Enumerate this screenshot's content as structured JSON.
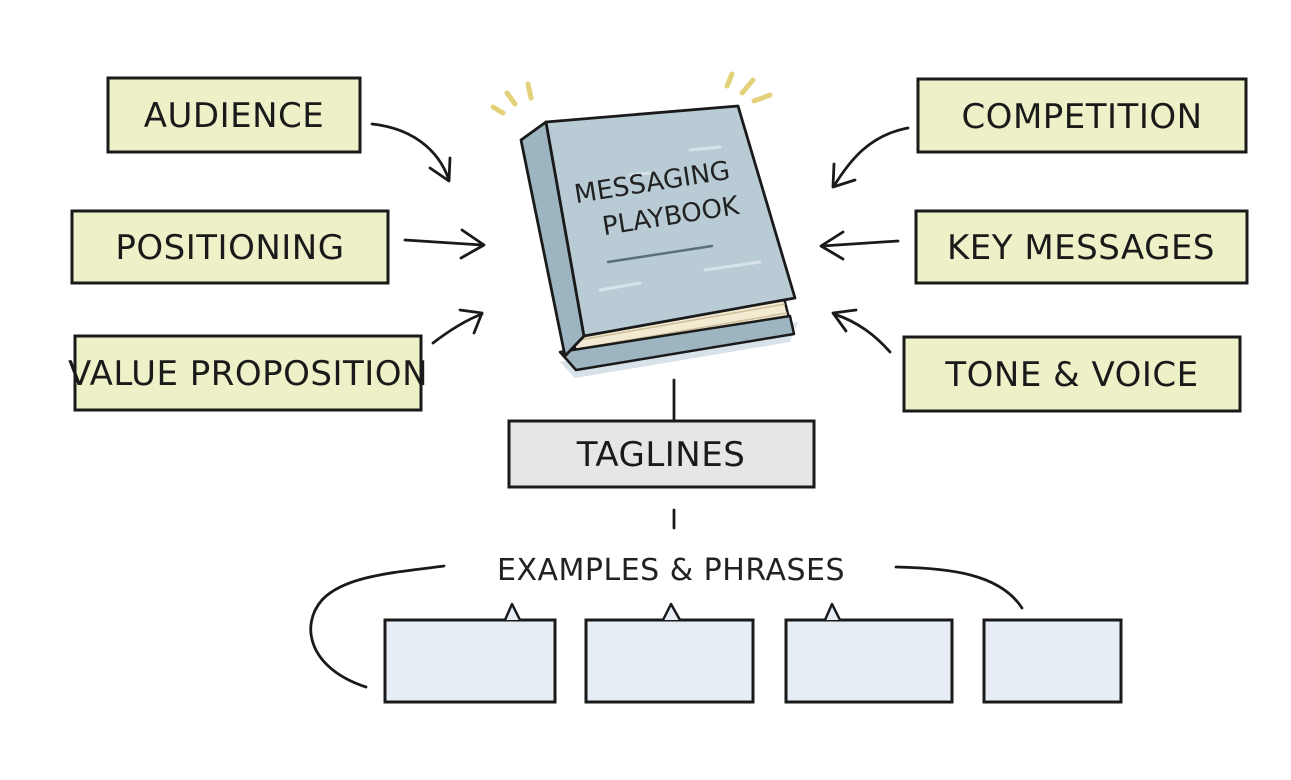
{
  "book": {
    "title_line1": "MESSAGING",
    "title_line2": "PLAYBOOK"
  },
  "inputs_left": [
    {
      "label": "AUDIENCE"
    },
    {
      "label": "POSITIONING"
    },
    {
      "label": "VALUE PROPOSITION"
    }
  ],
  "inputs_right": [
    {
      "label": "COMPETITION"
    },
    {
      "label": "KEY MESSAGES"
    },
    {
      "label": "TONE & VOICE"
    }
  ],
  "taglines": {
    "label": "TAGLINES"
  },
  "examples": {
    "label": "EXAMPLES & PHRASES"
  },
  "colors": {
    "label_fill": "#eef0c8",
    "book_cover": "#b9ccd6",
    "book_spine": "#9db4c1",
    "taglines_fill": "#e4e6e8",
    "example_card_fill": "#e6edf4",
    "spark": "#e3d27a"
  }
}
